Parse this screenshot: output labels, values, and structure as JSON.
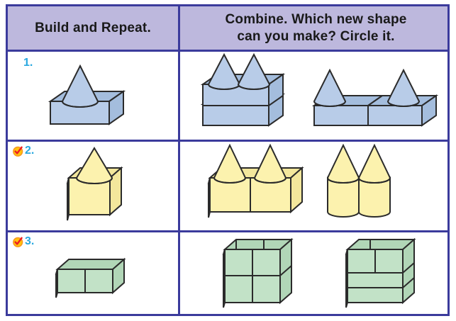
{
  "worksheet": {
    "columns": [
      {
        "header": "Build and Repeat."
      },
      {
        "header_line1": "Combine. Which new shape",
        "header_line2": "can you make? Circle it."
      }
    ],
    "colors": {
      "border": "#3b3b9c",
      "header_fill": "#bdb8dd",
      "number_text": "#29a8e0",
      "blue_shape": "#b8cce8",
      "blue_shape_shade": "#a4bddd",
      "yellow_shape": "#fcf2ae",
      "yellow_shape_shade": "#f3e79c",
      "green_shape": "#c2e2c7",
      "green_shape_shade": "#b1d6b7",
      "shape_outline": "#2b2b2b",
      "badge_circle": "#ffc20e",
      "badge_check": "#ed1c24",
      "badge_ring": "#f7941e"
    },
    "rows": [
      {
        "number": "1.",
        "has_check_badge": false,
        "badge_icon": "",
        "build_figure": "cone-on-rectangular-prism-blue",
        "combine_figures": [
          "two-cones-on-two-stacked-prisms-blue",
          "two-cones-on-two-side-by-side-prisms-blue"
        ]
      },
      {
        "number": "2.",
        "has_check_badge": true,
        "badge_icon": "check-circle-icon",
        "build_figure": "cone-on-cube-yellow",
        "combine_figures": [
          "two-cones-on-two-cubes-yellow",
          "two-cones-on-two-cylinders-yellow"
        ]
      },
      {
        "number": "3.",
        "has_check_badge": true,
        "badge_icon": "check-circle-icon",
        "build_figure": "two-cubes-side-by-side-green",
        "combine_figures": [
          "four-cubes-two-by-two-green",
          "two-cubes-over-two-stacked-prisms-green"
        ]
      }
    ]
  }
}
